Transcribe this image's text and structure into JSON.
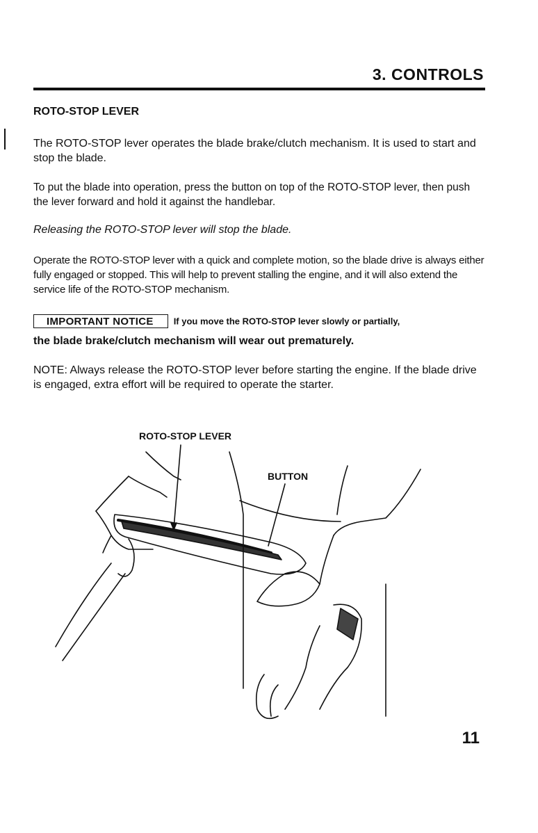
{
  "header": {
    "section": "3. CONTROLS"
  },
  "section_title": "ROTO-STOP LEVER",
  "paragraphs": {
    "p1": "The ROTO-STOP lever operates the blade brake/clutch mechanism. It is used to start and stop the blade.",
    "p2": "To put the blade into operation, press the button on top of the ROTO-STOP lever, then push the lever forward and hold it against the handlebar.",
    "p3": "Releasing the ROTO-STOP lever will stop the blade.",
    "p4": "Operate the ROTO-STOP lever with a quick and complete motion, so the blade drive is always either fully engaged or stopped. This will help to prevent stalling the engine, and it will also extend the service life of the ROTO-STOP mechanism."
  },
  "notice": {
    "label": "IMPORTANT NOTICE",
    "text_inline": "If you move the ROTO-STOP lever slowly or partially,",
    "text_cont": "the blade brake/clutch mechanism will wear out prematurely."
  },
  "note": "NOTE: Always release the ROTO-STOP lever before starting the engine. If the blade drive is engaged, extra effort will be required to operate the starter.",
  "illustration": {
    "label_lever": "ROTO-STOP LEVER",
    "label_button": "BUTTON"
  },
  "page_number": "11"
}
